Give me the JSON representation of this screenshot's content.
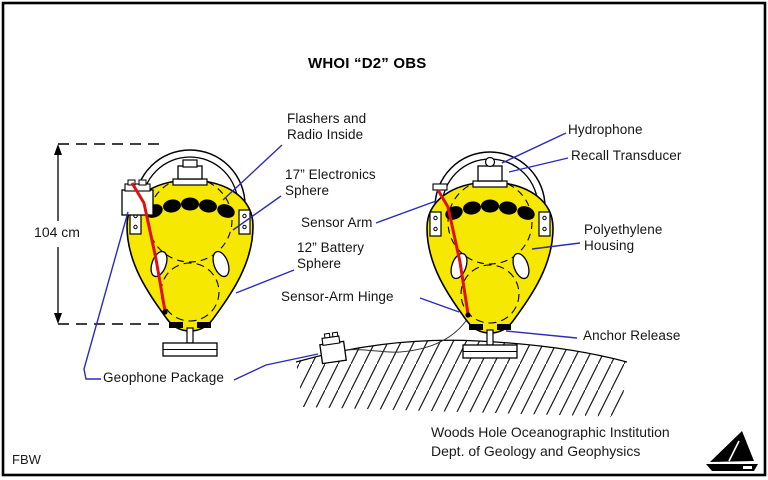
{
  "title": "WHOI “D2” OBS",
  "labels": {
    "flashers_radio": "Flashers and\nRadio Inside",
    "electronics_sphere": "17” Electronics\nSphere",
    "sensor_arm": "Sensor Arm",
    "battery_sphere": "12” Battery\nSphere",
    "sensor_arm_hinge": "Sensor-Arm Hinge",
    "hydrophone": "Hydrophone",
    "recall_transducer": "Recall Transducer",
    "polyethylene_housing": "Polyethylene\nHousing",
    "anchor_release": "Anchor Release",
    "geophone_package": "Geophone Package",
    "height_dimension": "104 cm",
    "author_initials": "FBW"
  },
  "footer": {
    "institution": "Woods Hole Oceanographic Institution",
    "department": "Dept. of Geology and Geophysics"
  },
  "icons": {
    "footer_logo": "sailboat-logo"
  },
  "colors": {
    "housing_yellow": "#f6e800",
    "leader_blue": "#2b2bbd",
    "sensor_arm_red": "#e01010",
    "line_black": "#000000"
  }
}
